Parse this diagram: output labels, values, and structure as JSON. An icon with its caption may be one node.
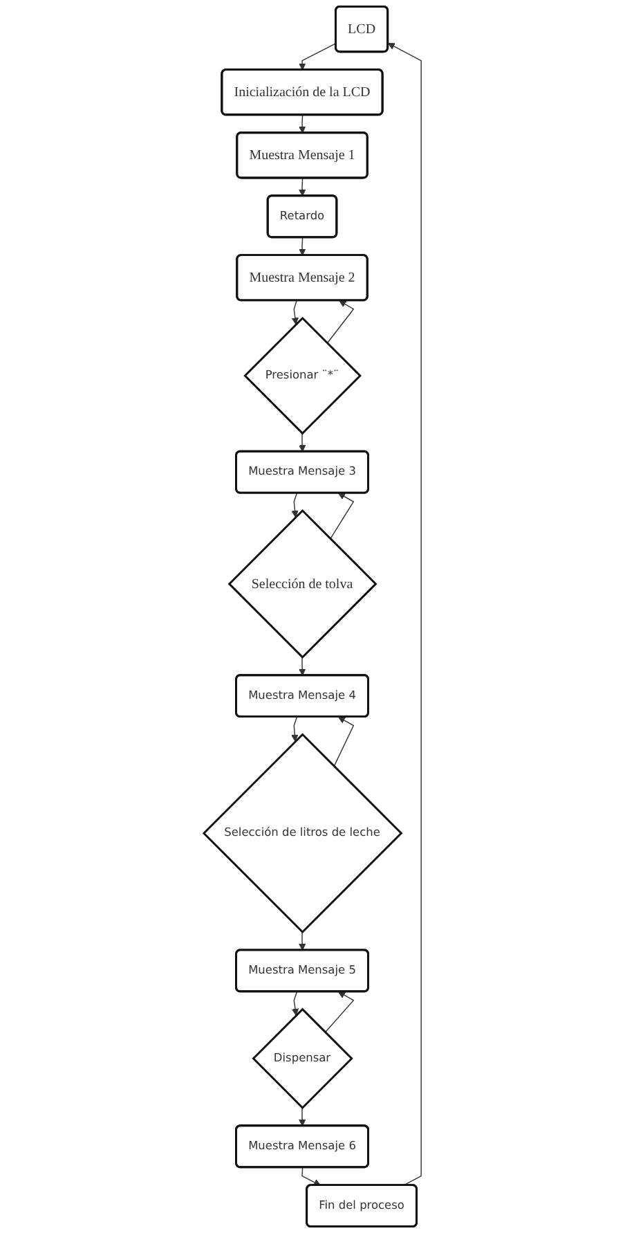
{
  "diagram": {
    "nodes": [
      {
        "text": [
          "LCD"
        ]
      },
      {
        "text": [
          "Inicialización de la LCD"
        ]
      },
      {
        "text": [
          "Muestra Mensaje 1"
        ]
      },
      {
        "text": [
          "Retardo"
        ]
      },
      {
        "text": [
          "Muestra Mensaje 2"
        ]
      },
      {
        "text": [
          "Presionar ¨*¨"
        ]
      },
      {
        "text": [
          "Muestra Mensaje 3"
        ]
      },
      {
        "text": [
          "Selección de tolva"
        ]
      },
      {
        "text": [
          "Muestra Mensaje 4"
        ]
      },
      {
        "text": [
          "Selección de litros de leche"
        ]
      },
      {
        "text": [
          "Muestra Mensaje 5"
        ]
      },
      {
        "text": [
          "Dispensar"
        ]
      },
      {
        "text": [
          "Muestra Mensaje 6"
        ]
      },
      {
        "text": [
          "Fin del proceso"
        ]
      }
    ],
    "edges": [
      {
        "from": 0,
        "to": 1,
        "arrow": "to"
      },
      {
        "from": 1,
        "to": 2,
        "arrow": "to"
      },
      {
        "from": 2,
        "to": 3,
        "arrow": "to"
      },
      {
        "from": 3,
        "to": 4,
        "arrow": "to"
      },
      {
        "from": 4,
        "to": 5,
        "arrow": "to"
      },
      {
        "from": 5,
        "to": 4,
        "arrow": "to"
      },
      {
        "from": 5,
        "to": 6,
        "arrow": "to"
      },
      {
        "from": 6,
        "to": 7,
        "arrow": "to"
      },
      {
        "from": 7,
        "to": 6,
        "arrow": "to"
      },
      {
        "from": 7,
        "to": 8,
        "arrow": "to"
      },
      {
        "from": 8,
        "to": 9,
        "arrow": "to"
      },
      {
        "from": 9,
        "to": 8,
        "arrow": "to"
      },
      {
        "from": 9,
        "to": 10,
        "arrow": "to"
      },
      {
        "from": 10,
        "to": 11,
        "arrow": "to"
      },
      {
        "from": 11,
        "to": 10,
        "arrow": "to"
      },
      {
        "from": 11,
        "to": 12,
        "arrow": "to"
      },
      {
        "from": 12,
        "to": 13,
        "arrow": "to"
      },
      {
        "from": 13,
        "to": 0,
        "arrow": "to"
      }
    ]
  }
}
